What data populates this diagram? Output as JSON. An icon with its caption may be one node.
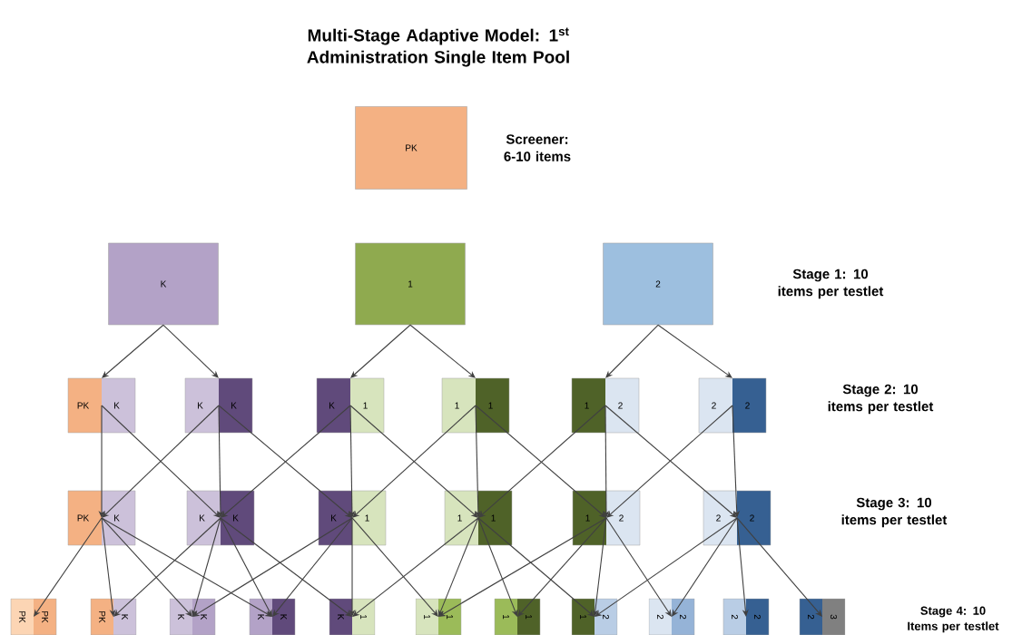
{
  "diagram": {
    "title": "Multi-Stage Adaptive Model: 1$^{st}$ Administration Single Item Pool",
    "nodes": [
      {
        "text": [
          "PK"
        ],
        "beside": [
          "Screener: 6-10 items"
        ]
      },
      {
        "text": [
          "K"
        ]
      },
      {
        "text": [
          "1"
        ]
      },
      {
        "text": [
          "2"
        ]
      },
      {
        "text": [
          "PK",
          "K"
        ]
      },
      {
        "text": [
          "K",
          "K"
        ]
      },
      {
        "text": [
          "K",
          "1"
        ]
      },
      {
        "text": [
          "1",
          "1"
        ]
      },
      {
        "text": [
          "1",
          "2"
        ]
      },
      {
        "text": [
          "2",
          "2"
        ]
      },
      {
        "text": [
          "PK",
          "K"
        ]
      },
      {
        "text": [
          "K",
          "K"
        ]
      },
      {
        "text": [
          "K",
          "1"
        ]
      },
      {
        "text": [
          "1",
          "1"
        ]
      },
      {
        "text": [
          "1",
          "2"
        ]
      },
      {
        "text": [
          "2",
          "2"
        ]
      },
      {
        "text": [
          "PK",
          "PK"
        ]
      },
      {
        "text": [
          "PK",
          "K"
        ]
      },
      {
        "text": [
          "K",
          "K"
        ]
      },
      {
        "text": [
          "K",
          "K"
        ]
      },
      {
        "text": [
          "K",
          "1"
        ]
      },
      {
        "text": [
          "1",
          "1"
        ]
      },
      {
        "text": [
          "1",
          "1"
        ]
      },
      {
        "text": [
          "1",
          "2"
        ]
      },
      {
        "text": [
          "2",
          "2"
        ]
      },
      {
        "text": [
          "2",
          "2"
        ]
      },
      {
        "text": [
          "2",
          "3"
        ]
      }
    ],
    "edges": [
      {
        "from": 1,
        "to": 4,
        "arrow": "to"
      },
      {
        "from": 1,
        "to": 5,
        "arrow": "to"
      },
      {
        "from": 2,
        "to": 6,
        "arrow": "to"
      },
      {
        "from": 2,
        "to": 7,
        "arrow": "to"
      },
      {
        "from": 3,
        "to": 8,
        "arrow": "to"
      },
      {
        "from": 3,
        "to": 9,
        "arrow": "to"
      },
      {
        "from": 4,
        "to": 10,
        "arrow": "to"
      },
      {
        "from": 4,
        "to": 11,
        "arrow": "to"
      },
      {
        "from": 5,
        "to": 10,
        "arrow": "to"
      },
      {
        "from": 5,
        "to": 11,
        "arrow": "to"
      },
      {
        "from": 5,
        "to": 12,
        "arrow": "to"
      },
      {
        "from": 6,
        "to": 11,
        "arrow": "to"
      },
      {
        "from": 6,
        "to": 12,
        "arrow": "to"
      },
      {
        "from": 6,
        "to": 13,
        "arrow": "to"
      },
      {
        "from": 7,
        "to": 12,
        "arrow": "to"
      },
      {
        "from": 7,
        "to": 13,
        "arrow": "to"
      },
      {
        "from": 7,
        "to": 14,
        "arrow": "to"
      },
      {
        "from": 8,
        "to": 13,
        "arrow": "to"
      },
      {
        "from": 8,
        "to": 14,
        "arrow": "to"
      },
      {
        "from": 8,
        "to": 15,
        "arrow": "to"
      },
      {
        "from": 9,
        "to": 14,
        "arrow": "to"
      },
      {
        "from": 9,
        "to": 15,
        "arrow": "to"
      },
      {
        "from": 10,
        "to": 16,
        "arrow": "to"
      },
      {
        "from": 10,
        "to": 17,
        "arrow": "to"
      },
      {
        "from": 10,
        "to": 18,
        "arrow": "to"
      },
      {
        "from": 10,
        "to": 19,
        "arrow": "to"
      },
      {
        "from": 11,
        "to": 17,
        "arrow": "to"
      },
      {
        "from": 11,
        "to": 18,
        "arrow": "to"
      },
      {
        "from": 11,
        "to": 19,
        "arrow": "to"
      },
      {
        "from": 11,
        "to": 20,
        "arrow": "to"
      },
      {
        "from": 12,
        "to": 18,
        "arrow": "to"
      },
      {
        "from": 12,
        "to": 19,
        "arrow": "to"
      },
      {
        "from": 12,
        "to": 20,
        "arrow": "to"
      },
      {
        "from": 12,
        "to": 21,
        "arrow": "to"
      },
      {
        "from": 13,
        "to": 20,
        "arrow": "to"
      },
      {
        "from": 13,
        "to": 21,
        "arrow": "to"
      },
      {
        "from": 13,
        "to": 22,
        "arrow": "to"
      },
      {
        "from": 13,
        "to": 23,
        "arrow": "to"
      },
      {
        "from": 14,
        "to": 21,
        "arrow": "to"
      },
      {
        "from": 14,
        "to": 22,
        "arrow": "to"
      },
      {
        "from": 14,
        "to": 23,
        "arrow": "to"
      },
      {
        "from": 14,
        "to": 24,
        "arrow": "to"
      },
      {
        "from": 15,
        "to": 23,
        "arrow": "to"
      },
      {
        "from": 15,
        "to": 24,
        "arrow": "to"
      },
      {
        "from": 15,
        "to": 25,
        "arrow": "to"
      },
      {
        "from": 15,
        "to": 26,
        "arrow": "to"
      }
    ],
    "labels": [
      "Stage 1: 10 items per testlet",
      "Stage 2: 10 items per testlet",
      "Stage 3: 10 items per testlet",
      "Stage 4: 10 Items per testlet"
    ]
  }
}
